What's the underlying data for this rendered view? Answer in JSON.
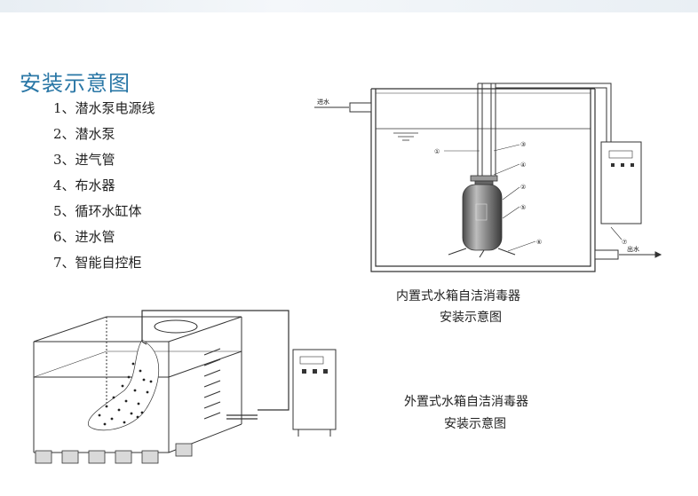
{
  "title": "安装示意图",
  "legend": [
    "1、潜水泵电源线",
    "2、潜水泵",
    "3、进气管",
    "4、布水器",
    "5、循环水缸体",
    "6、进水管",
    "7、智能自控柜"
  ],
  "internal": {
    "caption_line1": "内置式水箱自洁消毒器",
    "caption_line2": "安装示意图",
    "inlet_label": "进水",
    "outlet_label": "出水",
    "callouts": [
      "①",
      "②",
      "③",
      "④",
      "⑤",
      "⑥",
      "⑦"
    ]
  },
  "external": {
    "caption_line1": "外置式水箱自洁消毒器",
    "caption_line2": "安装示意图"
  },
  "colors": {
    "title": "#2a77a6",
    "line": "#333333",
    "panel_bg": "#f2f2f2"
  }
}
